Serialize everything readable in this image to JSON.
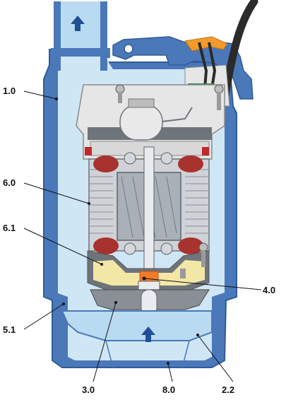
{
  "callouts": [
    {
      "id": "c1",
      "label": "1.0"
    },
    {
      "id": "c2",
      "label": "6.0"
    },
    {
      "id": "c3",
      "label": "6.1"
    },
    {
      "id": "c4",
      "label": "5.1"
    },
    {
      "id": "c5",
      "label": "4.0"
    },
    {
      "id": "c6",
      "label": "3.0"
    },
    {
      "id": "c7",
      "label": "8.0"
    },
    {
      "id": "c8",
      "label": "2.2"
    }
  ],
  "colors": {
    "housing_blue": "#4a78b8",
    "housing_blue_dark": "#2f5b9a",
    "water_light": "#cfe6f5",
    "water_mid": "#b9dbf1",
    "motor_grey": "#cfd3d8",
    "motor_dark": "#6f747b",
    "cap_grey": "#e6e6e6",
    "oil_yellow": "#f3e7a6",
    "arrow_navy": "#1f4f95",
    "seal_orange": "#f07c2a",
    "cable_black": "#2b2b2b",
    "terminal_green": "#2f8f4c",
    "red_seal": "#c2282b",
    "handle_orange": "#f39a2b"
  },
  "icons": [
    "outlet-arrow-icon",
    "inlet-arrow-icon"
  ]
}
